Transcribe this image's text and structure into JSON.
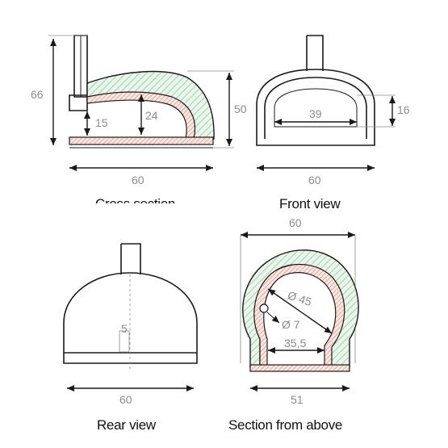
{
  "colors": {
    "line": "#1a1a1a",
    "dimension_text": "#8c8c8c",
    "insulation_hatch": "#8fc79a",
    "firebrick_hatch": "#e08a7a"
  },
  "views": {
    "cross_section": {
      "caption": "Cross section",
      "dims": {
        "total_height": "66",
        "chimney_base_height": "15",
        "chamber_height": "24",
        "dome_height": "50",
        "width": "60"
      }
    },
    "front_view": {
      "caption": "Front view",
      "dims": {
        "opening_width": "39",
        "opening_height": "16",
        "width": "60"
      }
    },
    "rear_view": {
      "caption": "Rear view",
      "dims": {
        "center_mark": "5",
        "width": "60"
      }
    },
    "section_above": {
      "caption": "Section from above",
      "dims": {
        "top_width": "60",
        "inner_diameter": "Ø 45",
        "flue_diameter": "Ø 7",
        "mouth_width": "35,5",
        "base_width": "51"
      }
    }
  }
}
